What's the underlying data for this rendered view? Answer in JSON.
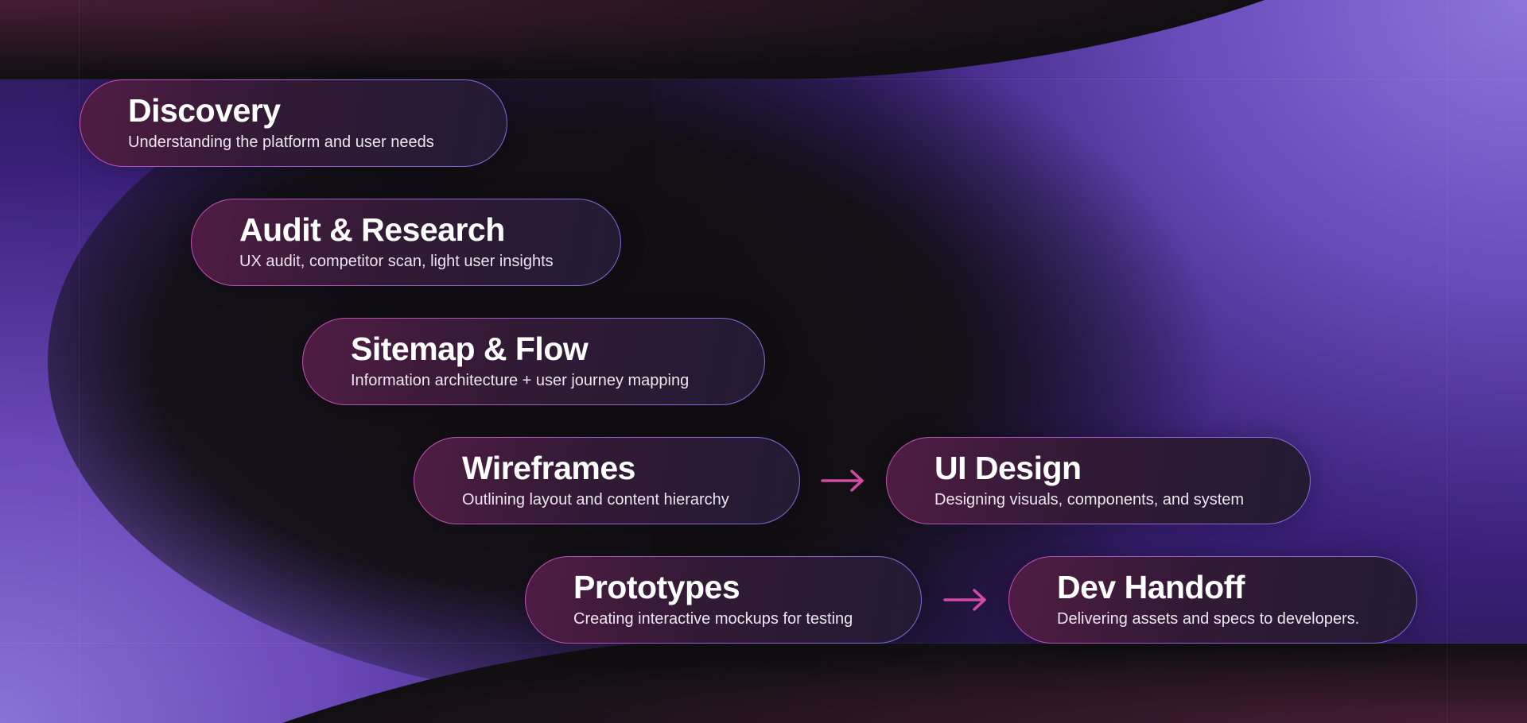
{
  "colors": {
    "background": "#110f12",
    "accent_pink": "#d54aa8",
    "accent_purple": "#7b5ad0",
    "text_primary": "#ffffff",
    "text_secondary": "#ece6ee"
  },
  "steps": [
    {
      "title": "Discovery",
      "subtitle": "Understanding the platform and user needs"
    },
    {
      "title": "Audit & Research",
      "subtitle": "UX audit, competitor scan, light user insights"
    },
    {
      "title": "Sitemap & Flow",
      "subtitle": "Information architecture + user journey mapping"
    },
    {
      "title": "Wireframes",
      "subtitle": "Outlining layout and content hierarchy"
    },
    {
      "title": "UI Design",
      "subtitle": "Designing visuals, components, and system"
    },
    {
      "title": "Prototypes",
      "subtitle": "Creating interactive mockups for testing"
    },
    {
      "title": "Dev Handoff",
      "subtitle": "Delivering assets and specs to developers."
    }
  ],
  "icons": {
    "connector": "arrow-right-icon"
  }
}
